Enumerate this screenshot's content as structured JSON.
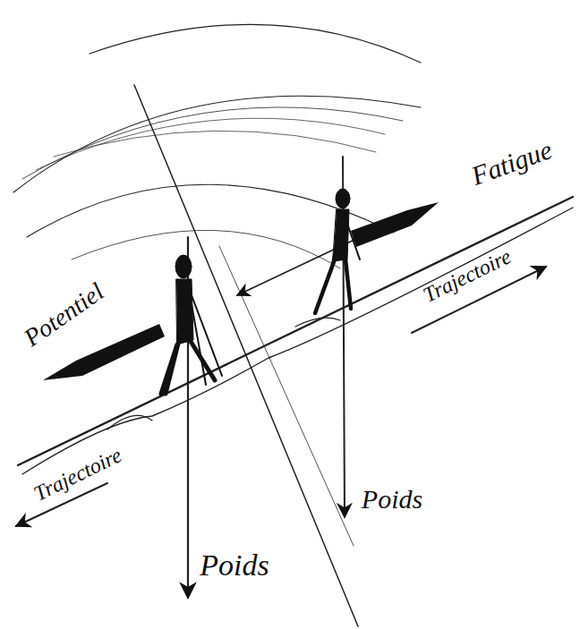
{
  "diagram": {
    "labels": [
      "Potentiel",
      "Fatigue",
      "Trajectoire",
      "Trajectoire",
      "Poids",
      "Poids"
    ]
  }
}
